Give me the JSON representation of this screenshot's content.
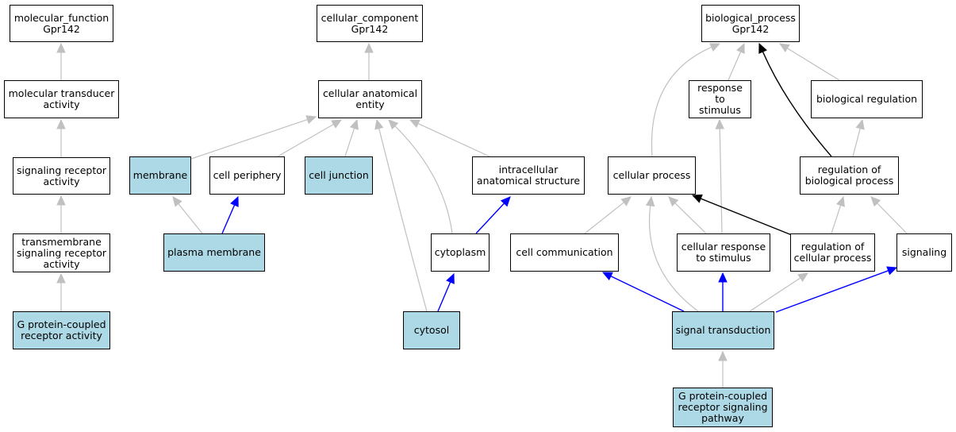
{
  "colors": {
    "highlight_fill": "#add8e6",
    "edge_gray": "#c0c0c0",
    "edge_black": "#000000",
    "edge_blue": "#0000ff"
  },
  "nodes": {
    "mf_root": {
      "label": "molecular_function\nGpr142",
      "highlight": false
    },
    "mf_transducer": {
      "label": "molecular transducer\nactivity",
      "highlight": false
    },
    "mf_signaling_receptor": {
      "label": "signaling receptor\nactivity",
      "highlight": false
    },
    "mf_transmembrane": {
      "label": "transmembrane\nsignaling receptor\nactivity",
      "highlight": false
    },
    "mf_gpcr_activity": {
      "label": "G protein-coupled\nreceptor activity",
      "highlight": true
    },
    "cc_root": {
      "label": "cellular_component\nGpr142",
      "highlight": false
    },
    "cc_anatomical": {
      "label": "cellular anatomical\nentity",
      "highlight": false
    },
    "cc_membrane": {
      "label": "membrane",
      "highlight": true
    },
    "cc_periphery": {
      "label": "cell periphery",
      "highlight": false
    },
    "cc_junction": {
      "label": "cell junction",
      "highlight": true
    },
    "cc_intracellular": {
      "label": "intracellular\nanatomical structure",
      "highlight": false
    },
    "cc_plasma": {
      "label": "plasma membrane",
      "highlight": true
    },
    "cc_cytoplasm": {
      "label": "cytoplasm",
      "highlight": false
    },
    "cc_cytosol": {
      "label": "cytosol",
      "highlight": true
    },
    "bp_root": {
      "label": "biological_process\nGpr142",
      "highlight": false
    },
    "bp_response": {
      "label": "response to\nstimulus",
      "highlight": false
    },
    "bp_regulation": {
      "label": "biological regulation",
      "highlight": false
    },
    "bp_cellular": {
      "label": "cellular process",
      "highlight": false
    },
    "bp_reg_bio": {
      "label": "regulation of\nbiological process",
      "highlight": false
    },
    "bp_cell_comm": {
      "label": "cell communication",
      "highlight": false
    },
    "bp_cell_resp": {
      "label": "cellular response\nto stimulus",
      "highlight": false
    },
    "bp_reg_cell": {
      "label": "regulation of\ncellular process",
      "highlight": false
    },
    "bp_signaling": {
      "label": "signaling",
      "highlight": false
    },
    "bp_signal_trans": {
      "label": "signal transduction",
      "highlight": true
    },
    "bp_gpcr_pathway": {
      "label": "G protein-coupled\nreceptor signaling\npathway",
      "highlight": true
    }
  },
  "edges": [
    {
      "from": "mf_transducer",
      "to": "mf_root",
      "color": "gray"
    },
    {
      "from": "mf_signaling_receptor",
      "to": "mf_transducer",
      "color": "gray"
    },
    {
      "from": "mf_transmembrane",
      "to": "mf_signaling_receptor",
      "color": "gray"
    },
    {
      "from": "mf_gpcr_activity",
      "to": "mf_transmembrane",
      "color": "gray"
    },
    {
      "from": "cc_anatomical",
      "to": "cc_root",
      "color": "gray"
    },
    {
      "from": "cc_membrane",
      "to": "cc_anatomical",
      "color": "gray"
    },
    {
      "from": "cc_periphery",
      "to": "cc_anatomical",
      "color": "gray"
    },
    {
      "from": "cc_junction",
      "to": "cc_anatomical",
      "color": "gray"
    },
    {
      "from": "cc_intracellular",
      "to": "cc_anatomical",
      "color": "gray"
    },
    {
      "from": "cc_cytoplasm",
      "to": "cc_anatomical",
      "color": "gray"
    },
    {
      "from": "cc_cytosol",
      "to": "cc_anatomical",
      "color": "gray"
    },
    {
      "from": "cc_plasma",
      "to": "cc_membrane",
      "color": "gray"
    },
    {
      "from": "cc_plasma",
      "to": "cc_periphery",
      "color": "blue"
    },
    {
      "from": "cc_cytoplasm",
      "to": "cc_intracellular",
      "color": "blue"
    },
    {
      "from": "cc_cytosol",
      "to": "cc_cytoplasm",
      "color": "blue"
    },
    {
      "from": "bp_response",
      "to": "bp_root",
      "color": "gray"
    },
    {
      "from": "bp_regulation",
      "to": "bp_root",
      "color": "gray"
    },
    {
      "from": "bp_cellular",
      "to": "bp_root",
      "color": "gray"
    },
    {
      "from": "bp_reg_bio",
      "to": "bp_root",
      "color": "black"
    },
    {
      "from": "bp_reg_bio",
      "to": "bp_regulation",
      "color": "gray"
    },
    {
      "from": "bp_cell_resp",
      "to": "bp_response",
      "color": "gray"
    },
    {
      "from": "bp_cell_comm",
      "to": "bp_cellular",
      "color": "gray"
    },
    {
      "from": "bp_cell_resp",
      "to": "bp_cellular",
      "color": "gray"
    },
    {
      "from": "bp_signal_trans",
      "to": "bp_cellular",
      "color": "gray"
    },
    {
      "from": "bp_reg_cell",
      "to": "bp_cellular",
      "color": "black"
    },
    {
      "from": "bp_reg_cell",
      "to": "bp_reg_bio",
      "color": "gray"
    },
    {
      "from": "bp_signaling",
      "to": "bp_reg_bio",
      "color": "gray"
    },
    {
      "from": "bp_signal_trans",
      "to": "bp_cell_comm",
      "color": "blue"
    },
    {
      "from": "bp_signal_trans",
      "to": "bp_cell_resp",
      "color": "blue"
    },
    {
      "from": "bp_signal_trans",
      "to": "bp_reg_cell",
      "color": "gray"
    },
    {
      "from": "bp_signal_trans",
      "to": "bp_signaling",
      "color": "blue"
    },
    {
      "from": "bp_gpcr_pathway",
      "to": "bp_signal_trans",
      "color": "gray"
    }
  ]
}
